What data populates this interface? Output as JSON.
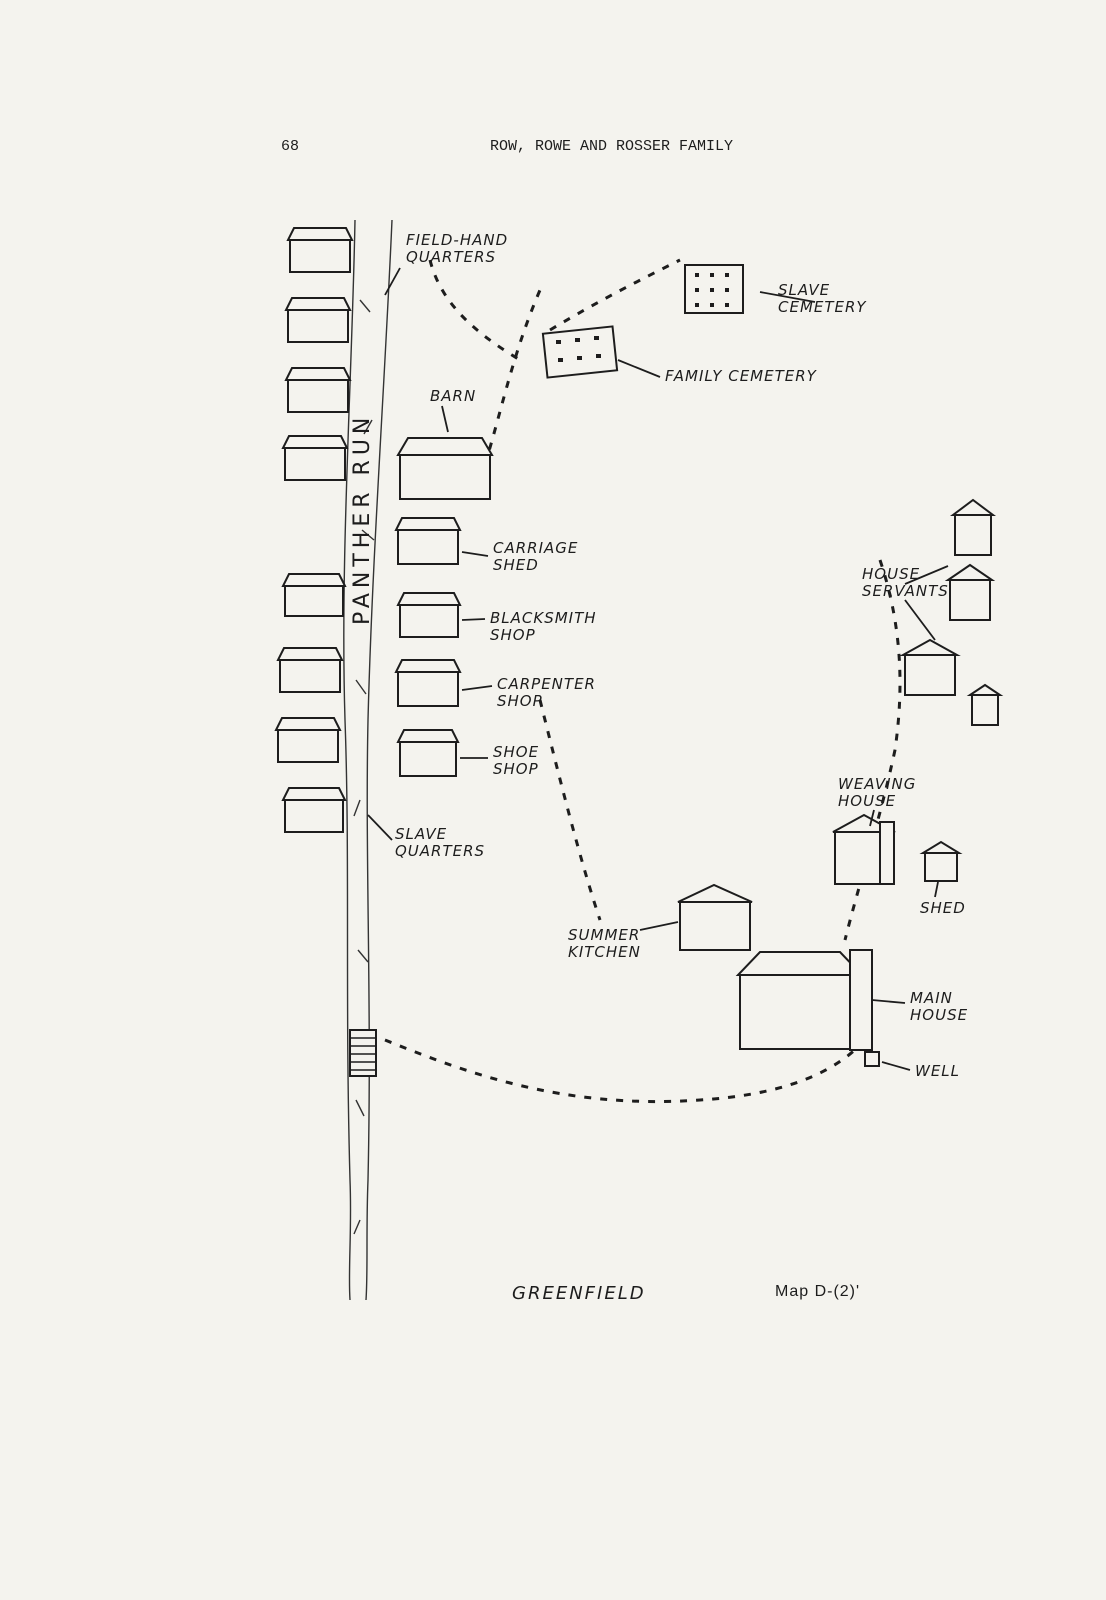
{
  "page": {
    "page_number": "68",
    "header": "ROW,  ROWE AND ROSSER FAMILY"
  },
  "map": {
    "title": "GREENFIELD",
    "map_id": "Map D-(2)'",
    "creek_label": "PANTHER RUN",
    "labels": {
      "field_hand_quarters": "FIELD-HAND\nQUARTERS",
      "slave_cemetery": "SLAVE\nCEMETERY",
      "family_cemetery": "FAMILY CEMETERY",
      "barn": "BARN",
      "carriage_shed": "CARRIAGE\nSHED",
      "blacksmith_shop": "BLACKSMITH\nSHOP",
      "carpenter_shop": "CARPENTER\nSHOP",
      "shoe_shop": "SHOE\nSHOP",
      "slave_quarters": "SLAVE\nQUARTERS",
      "house_servants": "HOUSE\nSERVANTS",
      "weaving_house": "WEAVING\nHOUSE",
      "shed": "SHED",
      "summer_kitchen": "SUMMER\nKITCHEN",
      "main_house": "MAIN\nHOUSE",
      "well": "WELL"
    }
  }
}
